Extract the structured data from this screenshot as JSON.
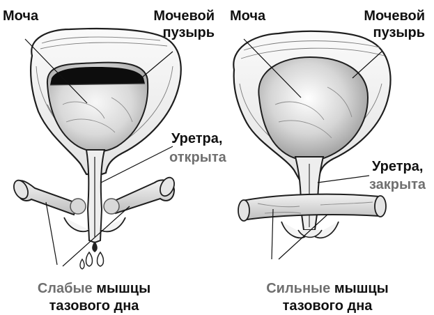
{
  "left_panel": {
    "urine_label": "Моча",
    "bladder_label_line1": "Мочевой",
    "bladder_label_line2": "пузырь",
    "urethra_label": "Уретра,",
    "urethra_state": "открыта",
    "muscles_label_strength": "Слабые",
    "muscles_label_rest1": "мышцы",
    "muscles_label_line2": "тазового дна"
  },
  "right_panel": {
    "urine_label": "Моча",
    "bladder_label_line1": "Мочевой",
    "bladder_label_line2": "пузырь",
    "urethra_label": "Уретра,",
    "urethra_state": "закрыта",
    "muscles_label_strength": "Сильные",
    "muscles_label_rest1": "мышцы",
    "muscles_label_line2": "тазового дна"
  },
  "colors": {
    "label_dark": "#111111",
    "label_gray": "#6f6f6f",
    "outline": "#1e1e1e",
    "urine_dark": "#0d0d0d"
  }
}
